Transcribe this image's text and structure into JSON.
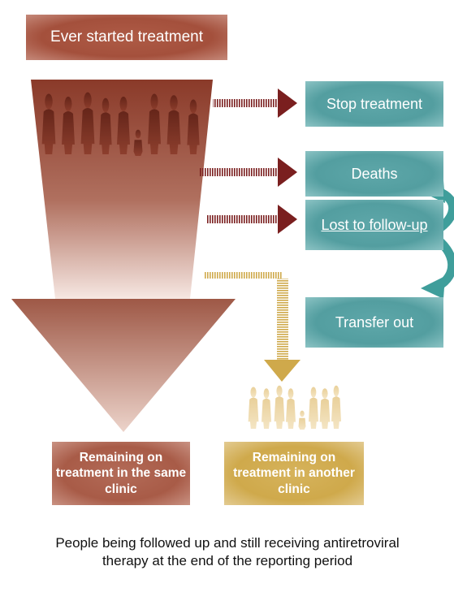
{
  "start_label": "Ever started treatment",
  "outcomes": [
    {
      "label": "Stop treatment"
    },
    {
      "label": "Deaths"
    },
    {
      "label": "Lost to follow-up"
    },
    {
      "label": "Transfer out"
    }
  ],
  "remaining_same_clinic": "Remaining on treatment in the same clinic",
  "remaining_other_clinic": "Remaining on treatment in another clinic",
  "caption": "People being followed up and still receiving antiretroviral therapy at the end of the reporting period",
  "colors": {
    "funnel_dark": "#8c3b2a",
    "funnel_light": "#f5e6e1",
    "teal": "#539ea0",
    "dark_red_arrow": "#7a1f1f",
    "gold": "#cfa94b",
    "curved_arrow": "#3f9e9b"
  },
  "icons": [
    "people-silhouettes-icon",
    "arrow-right-icon",
    "arrow-down-icon",
    "curved-arrow-icon"
  ]
}
